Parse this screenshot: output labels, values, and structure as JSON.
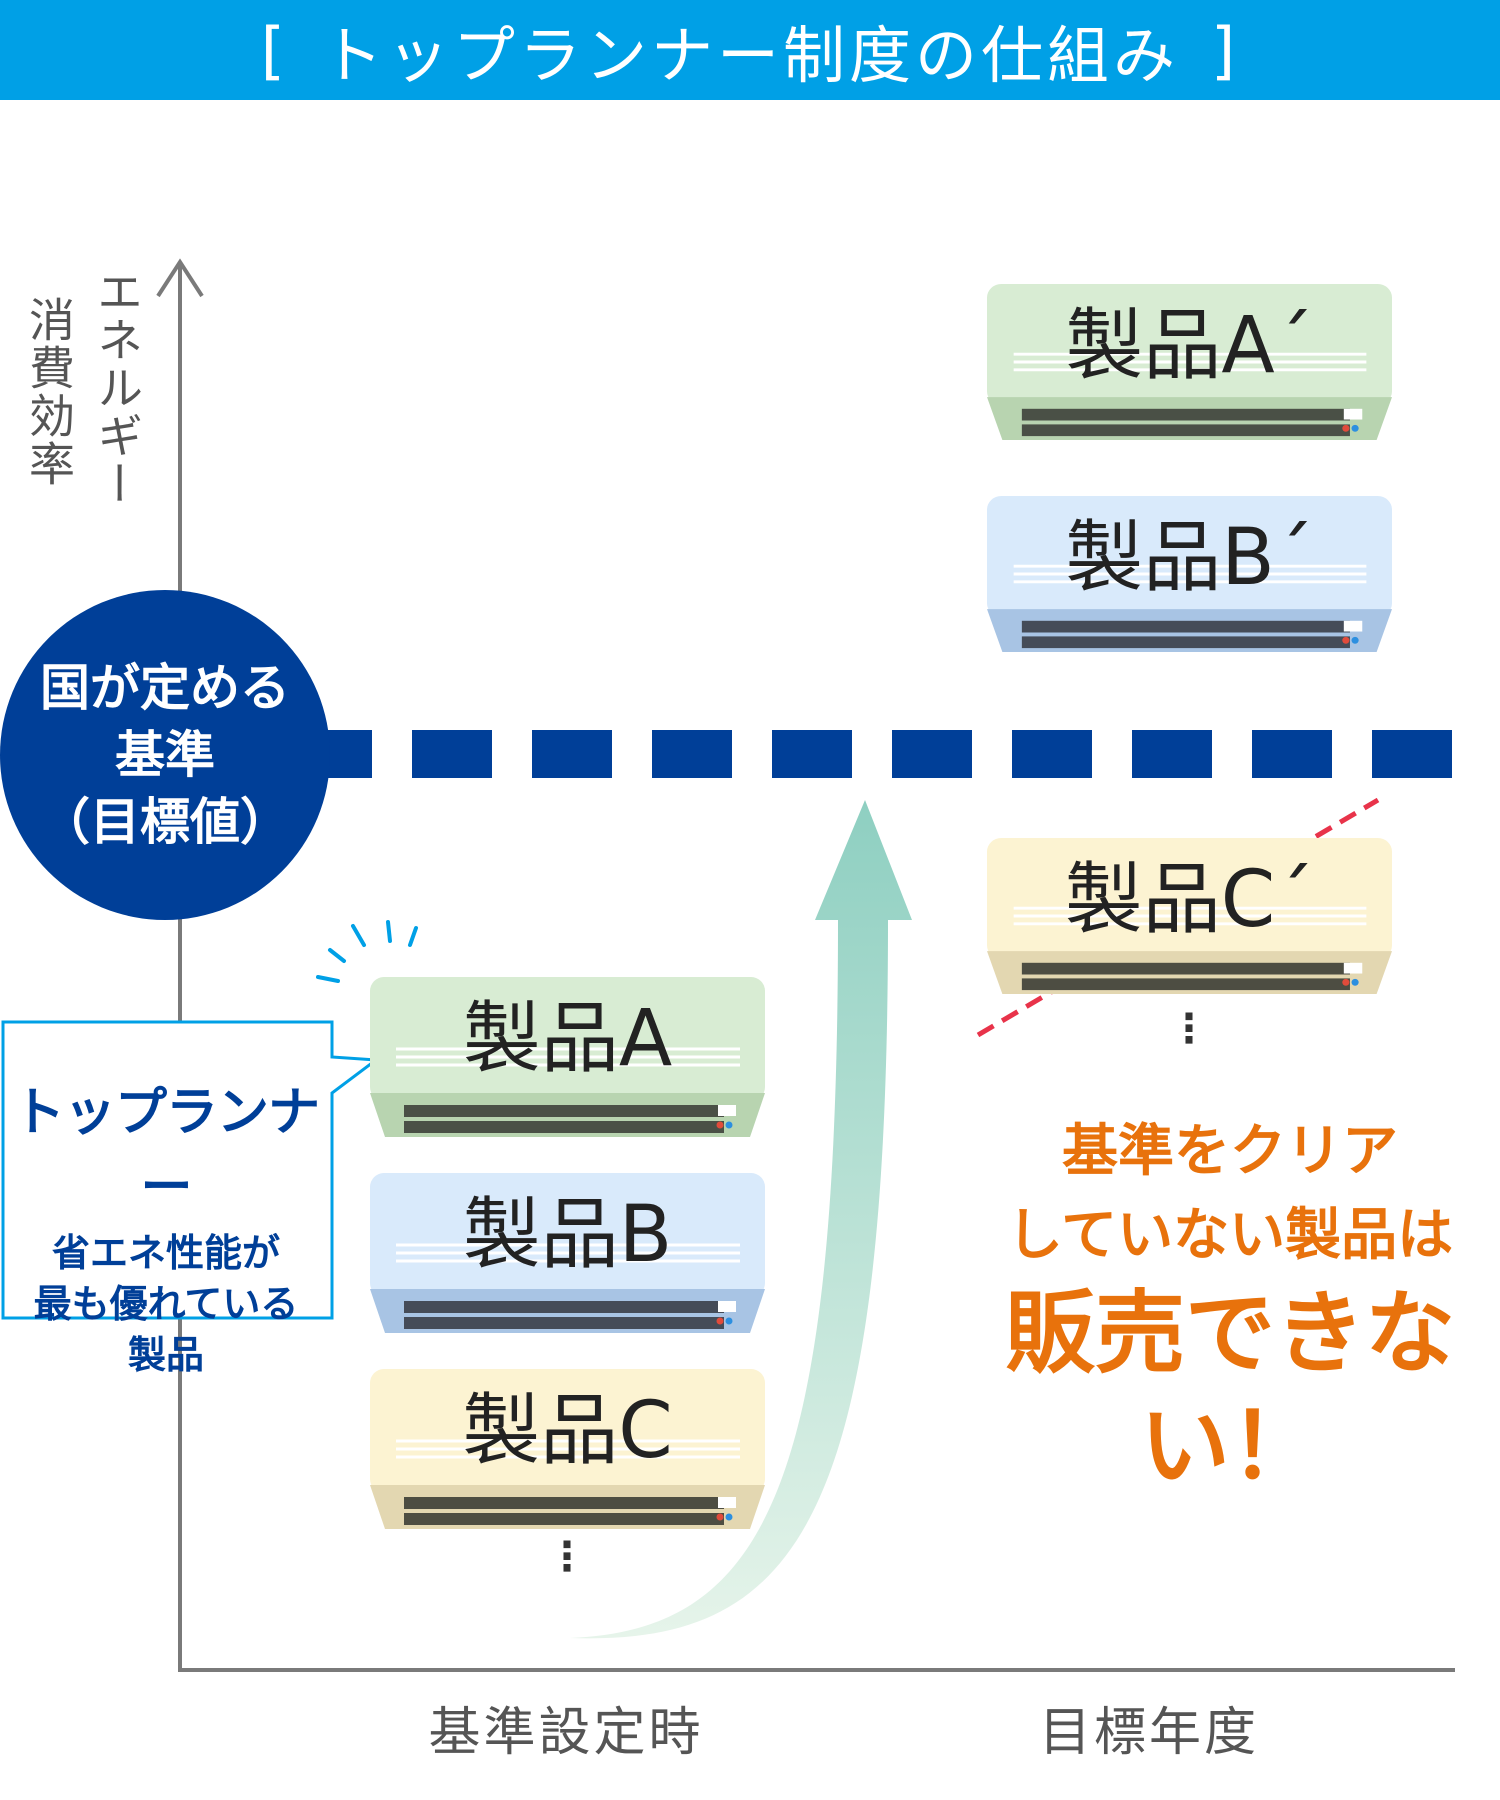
{
  "header": {
    "bracket_open": "[",
    "title": "トップランナー制度の仕組み",
    "bracket_close": "]"
  },
  "axis": {
    "y_label_1": "エネルギー",
    "y_label_2": "消費効率",
    "x_label_1": "基準設定時",
    "x_label_2": "目標年度"
  },
  "standard": {
    "line1": "国が定める",
    "line2": "基準",
    "line3": "（目標値）"
  },
  "top_runner": {
    "title": "トップランナー",
    "line1": "省エネ性能が",
    "line2": "最も優れている",
    "line3": "製品"
  },
  "products_before": [
    {
      "label": "製品A",
      "body": "#d8ecd3",
      "base": "#b8d4b0",
      "vent": "#4a5046"
    },
    {
      "label": "製品B",
      "body": "#d9eafb",
      "base": "#a8c4e4",
      "vent": "#454c58"
    },
    {
      "label": "製品C",
      "body": "#fcf3d2",
      "base": "#e3d7b1",
      "vent": "#4d4d42"
    }
  ],
  "products_after": [
    {
      "label": "製品A´",
      "body": "#d8ecd3",
      "base": "#b8d4b0",
      "vent": "#4a5046"
    },
    {
      "label": "製品B´",
      "body": "#d9eafb",
      "base": "#a8c4e4",
      "vent": "#454c58"
    },
    {
      "label": "製品C´",
      "body": "#fcf3d2",
      "base": "#e3d7b1",
      "vent": "#4d4d42"
    }
  ],
  "ellipsis": "⋮",
  "warning": {
    "line1": "基準をクリア",
    "line2": "していない製品は",
    "line3": "販売できない！"
  },
  "colors": {
    "header": "#00a0e6",
    "standard": "#003f98",
    "warning": "#e8720c",
    "strike": "#e8334a",
    "arrow_top": "#8ecfc1",
    "arrow_bottom": "#e6f4ea"
  }
}
